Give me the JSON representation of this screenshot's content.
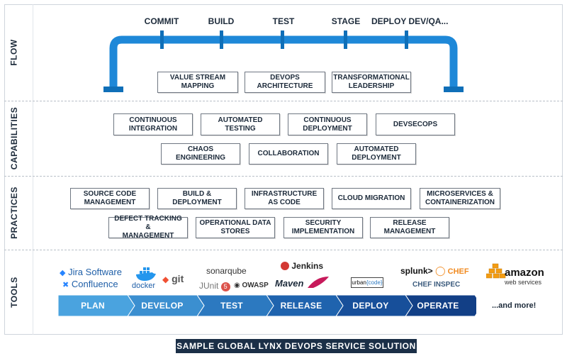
{
  "sections": {
    "flow": "FLOW",
    "capabilities": "CAPABILITIES",
    "practices": "PRACTICES",
    "tools": "TOOLS"
  },
  "flow_stages": [
    "COMMIT",
    "BUILD",
    "TEST",
    "STAGE",
    "DEPLOY DEV/QA..."
  ],
  "flow_boxes": [
    [
      "VALUE STREAM",
      "MAPPING"
    ],
    [
      "DEVOPS",
      "ARCHITECTURE"
    ],
    [
      "TRANSFORMATIONAL",
      "LEADERSHIP"
    ]
  ],
  "capabilities": {
    "row1": [
      [
        "CONTINUOUS",
        "INTEGRATION"
      ],
      [
        "AUTOMATED",
        "TESTING"
      ],
      [
        "CONTINUOUS",
        "DEPLOYMENT"
      ],
      [
        "DEVSECOPS"
      ]
    ],
    "row2": [
      [
        "CHAOS ENGINEERING"
      ],
      [
        "COLLABORATION"
      ],
      [
        "AUTOMATED",
        "DEPLOYMENT"
      ]
    ]
  },
  "practices": {
    "row1": [
      [
        "SOURCE CODE",
        "MANAGEMENT"
      ],
      [
        "BUILD &",
        "DEPLOYMENT"
      ],
      [
        "INFRASTRUCTURE",
        "AS CODE"
      ],
      [
        "CLOUD MIGRATION"
      ],
      [
        "MICROSERVICES &",
        "CONTAINERIZATION"
      ]
    ],
    "row2": [
      [
        "DEFECT TRACKING &",
        "MANAGEMENT"
      ],
      [
        "OPERATIONAL DATA",
        "STORES"
      ],
      [
        "SECURITY",
        "IMPLEMENTATION"
      ],
      [
        "RELEASE",
        "MANAGEMENT"
      ]
    ]
  },
  "tools": {
    "jira": "Jira Software",
    "confluence": "Confluence",
    "docker": "docker",
    "git": "git",
    "sonarqube": "sonarqube",
    "junit": "JUnit",
    "junit_version": "5",
    "owasp": "OWASP",
    "jenkins": "Jenkins",
    "maven": "Maven",
    "urbancode_a": "urban",
    "urbancode_b": "{code}",
    "splunk": "splunk>",
    "chef": "CHEF",
    "chef_inspec": "CHEF INSPEC",
    "amazon": "amazon",
    "webservices": "web services",
    "more": "...and more!"
  },
  "pipeline_stages": [
    "PLAN",
    "DEVELOP",
    "TEST",
    "RELEASE",
    "DEPLOY",
    "OPERATE"
  ],
  "footer": "SAMPLE GLOBAL LYNX DEVOPS SERVICE SOLUTION",
  "colors": {
    "pipe": "#1e88d8",
    "pipe_dark": "#0f6fb8",
    "stage_gradient": [
      "#4aa3df",
      "#3b8fd0",
      "#2c79c0",
      "#1f63ae",
      "#174f9a",
      "#123f86"
    ],
    "navy": "#1b2f47",
    "amazon_orange": "#f39c12"
  }
}
